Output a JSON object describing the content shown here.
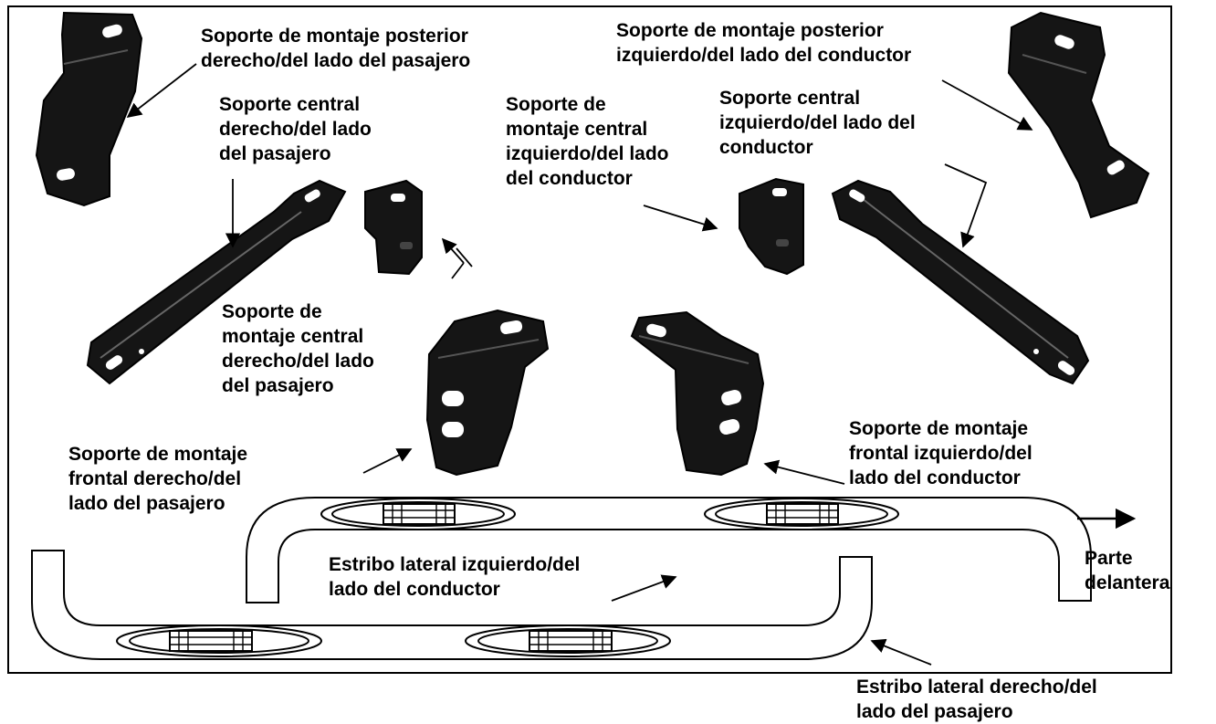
{
  "colors": {
    "ink": "#000000",
    "part_fill": "#151515",
    "hole_fill": "#ffffff",
    "frame": "#000000"
  },
  "labels": {
    "rear_bracket_right": "Soporte de montaje posterior\nderecho/del lado del pasajero",
    "rear_bracket_left": "Soporte de montaje posterior\nizquierdo/del lado del conductor",
    "center_support_right": "Soporte central\nderecho/del lado\ndel pasajero",
    "center_mount_left": "Soporte de\nmontaje central\nizquierdo/del lado\ndel conductor",
    "center_support_left": "Soporte central\nizquierdo/del lado del\nconductor",
    "center_mount_right": "Soporte de\nmontaje central\nderecho/del lado\ndel pasajero",
    "front_bracket_right": "Soporte de montaje\nfrontal derecho/del\nlado del pasajero",
    "front_bracket_left": "Soporte de montaje\nfrontal izquierdo/del\nlado del conductor",
    "step_left": "Estribo lateral izquierdo/del\nlado del conductor",
    "front_direction": "Parte\ndelantera",
    "step_right": "Estribo lateral derecho/del\nlado del pasajero"
  }
}
